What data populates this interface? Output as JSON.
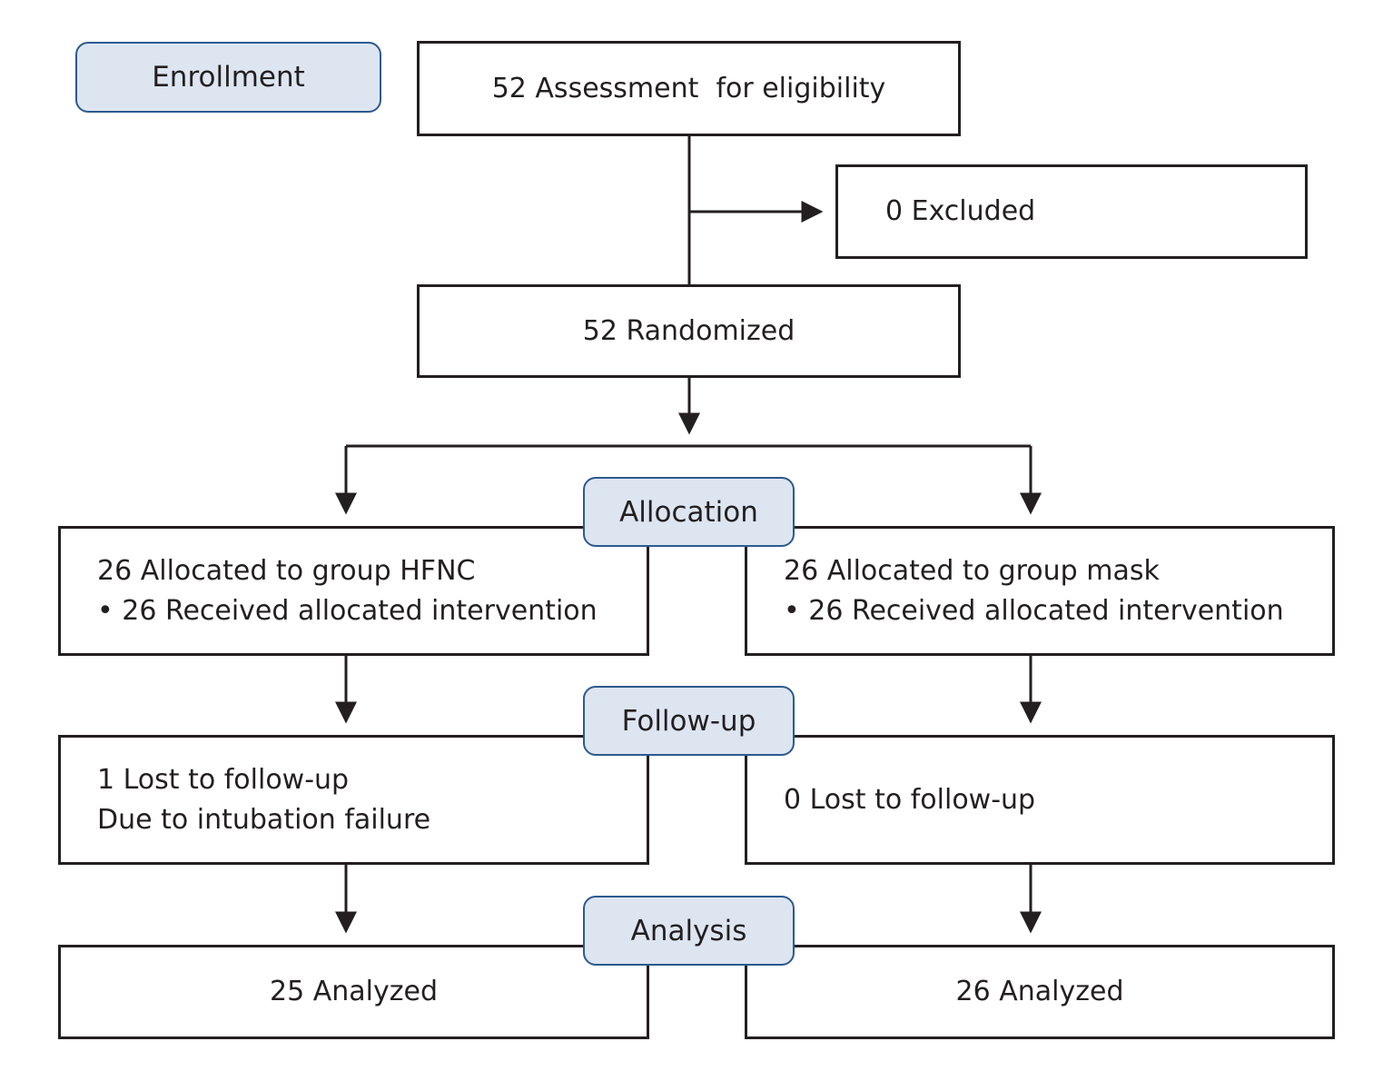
{
  "stages": {
    "enrollment": "Enrollment",
    "allocation": "Allocation",
    "followup": "Follow-up",
    "analysis": "Analysis"
  },
  "boxes": {
    "assessment": "52 Assessment  for eligibility",
    "excluded": "0 Excluded",
    "randomized": "52 Randomized",
    "allocated_hfnc": [
      "26 Allocated to group HFNC",
      "• 26 Received allocated intervention"
    ],
    "allocated_mask": [
      "26 Allocated to group mask",
      "• 26 Received allocated intervention"
    ],
    "lost_hfnc": [
      "1 Lost to follow-up",
      "Due to intubation failure"
    ],
    "lost_mask": "0 Lost to follow-up",
    "analyzed_hfnc": "25 Analyzed",
    "analyzed_mask": "26 Analyzed"
  },
  "colors": {
    "stage_fill": "#dde5f1",
    "stage_border": "#2d5a8e",
    "line": "#231f20"
  }
}
